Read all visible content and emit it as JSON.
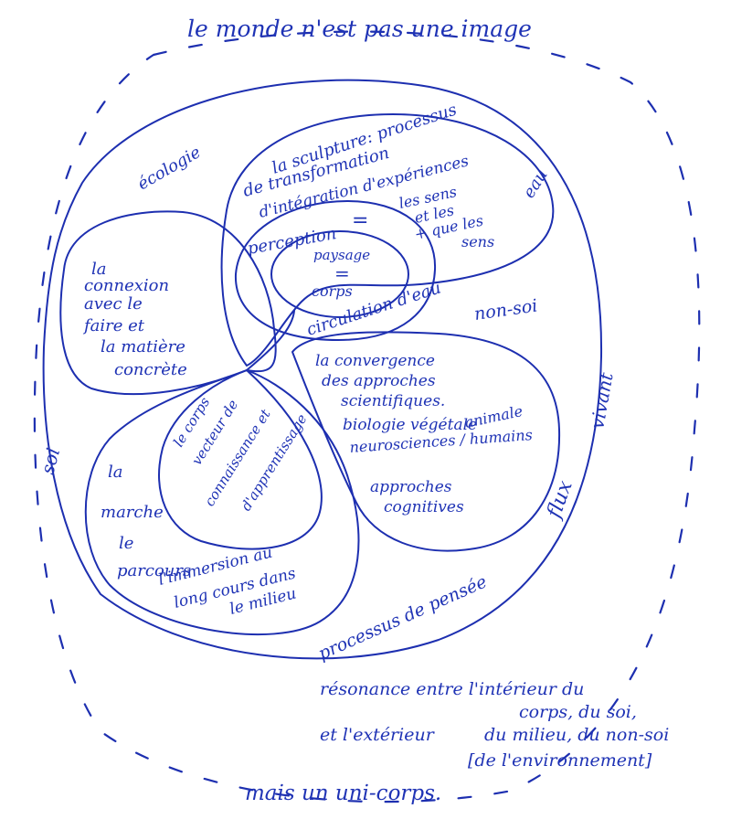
{
  "header": {
    "line": "le monde n'est pas une image"
  },
  "footer": {
    "line": "mais un uni-corps."
  },
  "outer_labels": {
    "ecologie": "écologie",
    "eau": "eau",
    "soi": "soi",
    "non_soi": "non-soi",
    "vivant": "vivant",
    "flux": "flux",
    "processus": "processus de pensée",
    "circulation": "circulation d'eau"
  },
  "sculpture": {
    "line1": "la sculpture: processus",
    "line2": "de transformation",
    "line3": "d'intégration d'expériences"
  },
  "perception": {
    "word": "perception",
    "equals": "=",
    "sens1": "les sens",
    "sens2": "et les",
    "sens3": "+ que les",
    "sens4": "sens"
  },
  "center": {
    "line1": "paysage",
    "line2": "=",
    "line3": "corps"
  },
  "left_petal": {
    "line1": "la",
    "line2": "connexion",
    "line3": "avec le",
    "line4": "faire et",
    "line5": "la matière",
    "line6": "concrète"
  },
  "right_petal": {
    "line1": "la convergence",
    "line2": "des approches",
    "line3": "scientifiques.",
    "line4": "biologie végétale",
    "line5": "animale",
    "line6": "neurosciences / humains",
    "line7": "approches",
    "line8": "cognitives"
  },
  "bottom_petal": {
    "inner1": "le corps",
    "inner2": "vecteur de",
    "inner3": "connaissance et",
    "inner4": "d'apprentissage",
    "outer1": "la",
    "outer2": "marche",
    "outer3": "le",
    "outer4": "parcours",
    "outer5": "l'immersion au",
    "outer6": "long cours dans",
    "outer7": "le milieu"
  },
  "resonance": {
    "line1": "résonance entre l'intérieur du",
    "line2": "corps, du soi,",
    "line3": "et l'extérieur",
    "line4": "du milieu, du non-soi",
    "line5": "[de l'environnement]"
  }
}
